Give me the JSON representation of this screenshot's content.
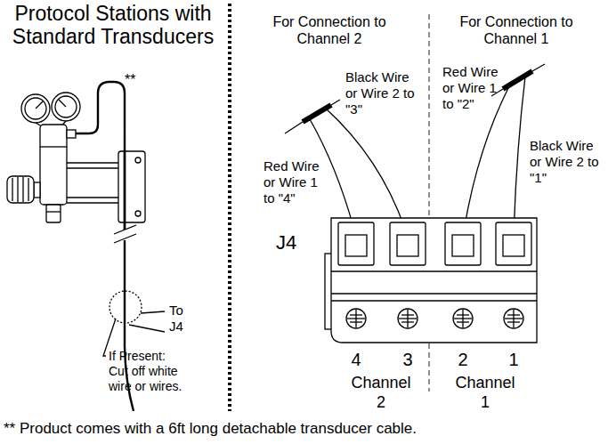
{
  "diagram": {
    "title": "Protocol Stations with Standard Transducers",
    "caption": "** Product comes with a 6ft long detachable transducer cable.",
    "labels": [
      "**",
      "To J4",
      "If Present: Cut off white wire or wires.",
      "For Connection to Channel 2",
      "For Connection to Channel 1",
      "Black Wire or Wire 2 to \"3\"",
      "Red Wire or Wire 1 to \"2\"",
      "Red Wire or Wire 1 to \"4\"",
      "Black Wire or Wire 2 to \"1\"",
      "J4",
      "4",
      "3",
      "2",
      "1",
      "Channel 2",
      "Channel 1"
    ]
  }
}
